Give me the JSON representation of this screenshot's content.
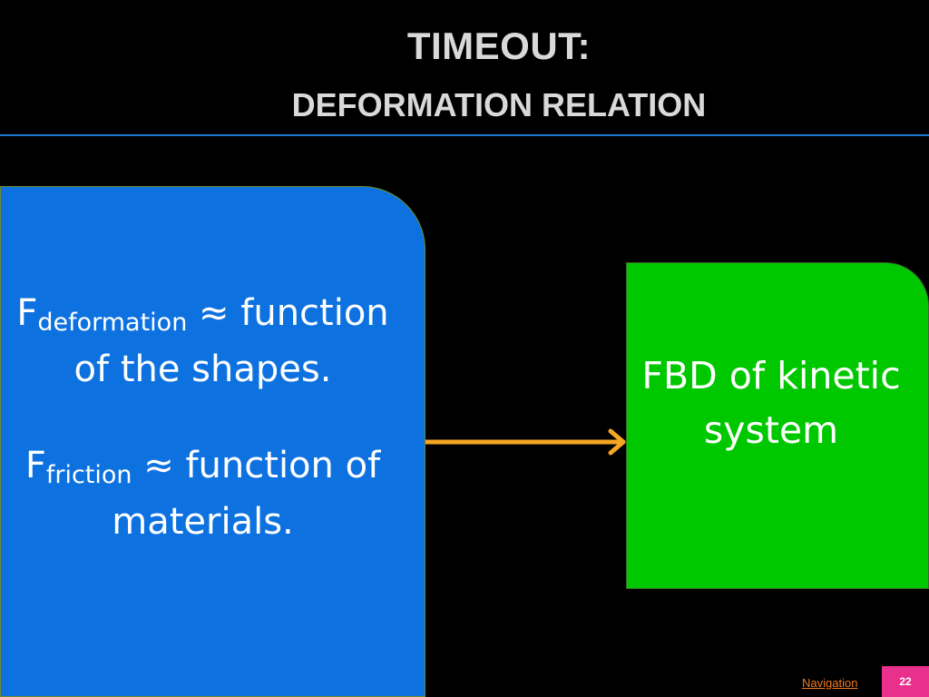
{
  "title": {
    "line1": "TIMEOUT:",
    "line2": "DEFORMATION RELATION"
  },
  "left_box": {
    "para1": {
      "symbol": "F",
      "subscript": "deformation",
      "rest": " ≈ function of the shapes."
    },
    "para2": {
      "symbol": "F",
      "subscript": "friction",
      "rest": " ≈ function of materials."
    }
  },
  "right_box": {
    "label": "FBD of kinetic system"
  },
  "footer": {
    "nav_label": "Navigation",
    "page_number": "22"
  },
  "colors": {
    "left_box": "#0d72e0",
    "right_box": "#00c800",
    "arrow": "#f5a623",
    "page_badge": "#e8308c",
    "nav_link": "#f07a20"
  }
}
